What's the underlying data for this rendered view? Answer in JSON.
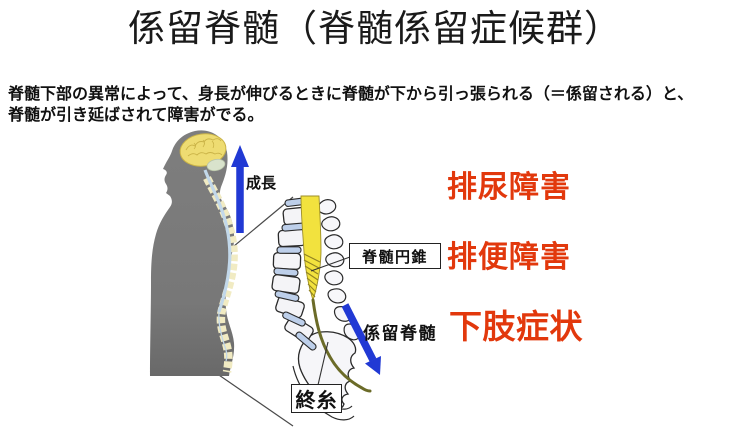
{
  "slide": {
    "title": "係留脊髄（脊髄係留症候群）",
    "description": {
      "line1": "脊髄下部の異常によって、身長が伸びるときに脊髄が下から引っ張られる（＝係留される）と、",
      "line2": "脊髄が引き延ばされて障害がでる。"
    },
    "figure": {
      "growth_label": "成長",
      "conus_label": "脊髄円錐",
      "filum_label": "終糸",
      "tethered_label": "係留脊髄"
    },
    "symptoms": [
      {
        "id": "urination",
        "label": "排尿障害"
      },
      {
        "id": "defecation",
        "label": "排便障害"
      },
      {
        "id": "lower-limb",
        "label": "下肢症状"
      }
    ],
    "colors": {
      "symptom_red": "#e2380c",
      "arrow_blue": "#2139d4",
      "body_gray": "#7b7b7b",
      "brain_yellow": "#eedc72",
      "cord_yellow": "#f2e23e",
      "filum_olive": "#6b6b28",
      "disc_blue": "#bdcfea",
      "vertebra_cream": "#f1ebc3",
      "cord_light_blue": "#c2d8ea"
    }
  }
}
